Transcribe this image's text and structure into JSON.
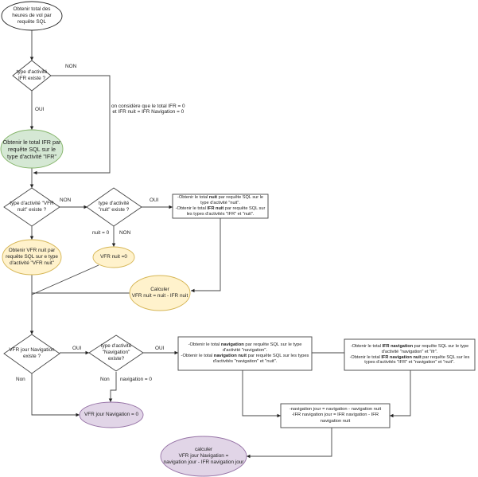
{
  "colors": {
    "green_fill": "#d5e8d4",
    "green_stroke": "#82b366",
    "yellow_fill": "#fff2cc",
    "yellow_stroke": "#d6b656",
    "purple_fill": "#e1d5e7",
    "purple_stroke": "#9673a6",
    "line": "#444444"
  },
  "nodes": {
    "start": "Obtenir total des heures de vol par requête SQL",
    "d_ifr": "type d'activité IFR existe ?",
    "ifr_total": "Obtenir le total IFR par requête SQL sur le type d'activité \"IFR\"",
    "d_vfr_nuit": "type d'activité \"VFR nuit\" existe ?",
    "d_nuit": "type d'activité \"nuit\" existe ?",
    "box_nuit": {
      "l1a": "-Obtenir le total ",
      "l1b": "nuit",
      "l1c": " par requête SQL sur le type d'activité \"nuit\".",
      "l2a": "-Obtenir le total ",
      "l2b": "IFR nuit",
      "l2c": " par requête SQL sur les types d'activités \"IFR\" et \"nuit\"."
    },
    "vfr_nuit_sql": "Obtenir VFR nuit par requête SQL sur e type d'activité \"VFR nuit\"",
    "vfr_nuit_zero": "VFR nuit =0",
    "calc_vfr_nuit_1": "Calculer",
    "calc_vfr_nuit_2": "VFR nuit = nuit - IFR nuit",
    "d_vfr_jour_nav": "VFR jour Navigation existe ?",
    "d_nav": "type d'activité \"Navigation\" existe?",
    "box_nav": {
      "l1a": "-Obtenir le total ",
      "l1b": "navigation",
      "l1c": " par requête SQL sur le type d'activité \"navigation\".",
      "l2a": "-Obtenir le total ",
      "l2b": "navigation nuit",
      "l2c": " par requête SQL sur les types d'activités \"navigation\" et \"nuit\"."
    },
    "box_ifr_nav": {
      "l1a": "-Obtenir le total ",
      "l1b": "IFR navigation",
      "l1c": " par requête SQL sur le type d'activité \"navigation\" et \"ifr\".",
      "l2a": "-Obtenir le total ",
      "l2b": "IFR navigation nuit",
      "l2c": " par requête SQL sur les types d'activités \"IFR\" et \"navigation\" et \"nuit\"."
    },
    "vfr_jour_nav_zero": "VFR jour Navigation = 0",
    "box_calc_nav": {
      "l1": "-navigation jour = navigation - navigation nuit",
      "l2": "-IFR navigation jour = IFR navigation - IFR navigation nuit"
    },
    "final": {
      "l1": "calculer",
      "l2": "VFR jour Navigation =",
      "l3": "navigation jour - IFR navigation jour"
    }
  },
  "edge_labels": {
    "non1": "NON",
    "oui1": "OUI",
    "note_ifr_1": "on considère que le total IFR = 0",
    "note_ifr_2": "et IFR nuit = IFR Navigation = 0",
    "non2": "NON",
    "oui2": "OUI",
    "nuit_zero": "nuit = 0",
    "non3": "NON",
    "oui3": "OUI",
    "oui4": "OUI",
    "non4": "Non",
    "non5": "Non",
    "nav_zero": "navigation = 0"
  }
}
